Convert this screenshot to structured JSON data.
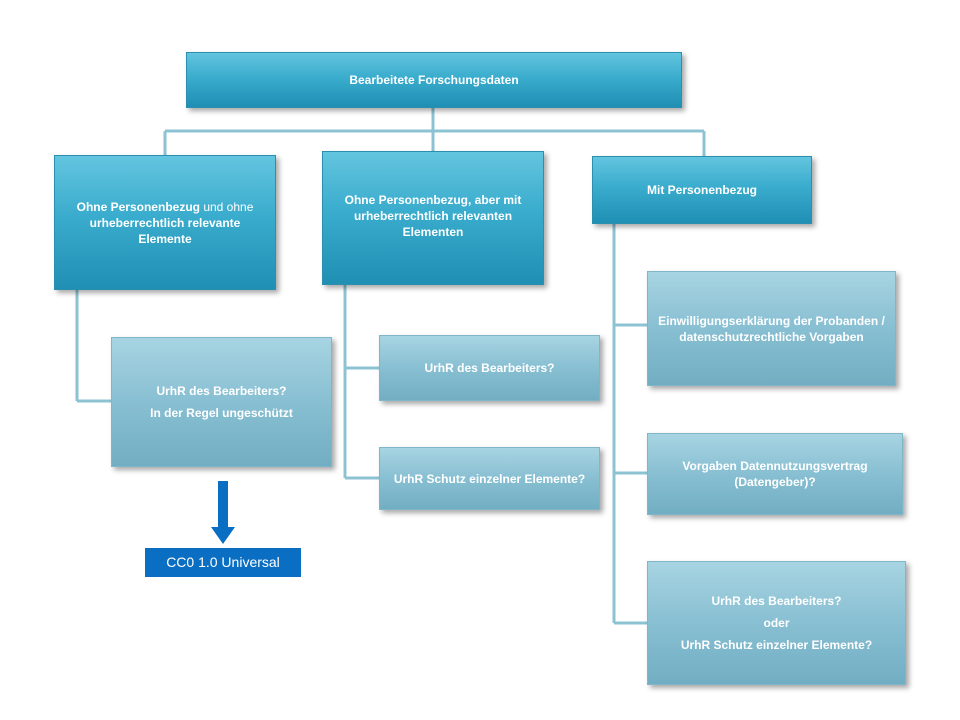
{
  "diagram": {
    "root": "Bearbeitete Forschungsdaten",
    "branches": [
      {
        "title": "Ohne Personenbezug und ohne urheberrechtlich relevante Elemente",
        "title_parts": [
          "Ohne Personenbezug",
          " und ohne",
          "urheberrechtlich relevante",
          "Elemente"
        ],
        "children": [
          {
            "lines": [
              "UrhR des Bearbeiters?",
              "In der Regel ungeschützt"
            ]
          }
        ]
      },
      {
        "title": "Ohne Personenbezug, aber mit urheberrechtlich relevanten Elementen",
        "title_lines": [
          "Ohne Personenbezug, aber mit",
          "urheberrechtlich relevanten",
          "Elementen"
        ],
        "children": [
          {
            "lines": [
              "UrhR des Bearbeiters?"
            ]
          },
          {
            "lines": [
              "UrhR Schutz einzelner Elemente?"
            ]
          }
        ]
      },
      {
        "title": "Mit Personenbezug",
        "children": [
          {
            "lines": [
              "Einwilligungserklärung der Probanden /",
              "datenschutzrechtliche Vorgaben"
            ]
          },
          {
            "lines": [
              "Vorgaben Datennutzungsvertrag",
              "(Datengeber)?"
            ]
          },
          {
            "lines": [
              "UrhR des Bearbeiters?",
              "oder",
              "UrhR Schutz einzelner Elemente?"
            ]
          }
        ]
      }
    ],
    "license_label": "CC0 1.0 Universal"
  },
  "colors": {
    "connector": "#8cc3d3",
    "arrow": "#0a6fc2",
    "license_bg": "#0a6fc2"
  }
}
